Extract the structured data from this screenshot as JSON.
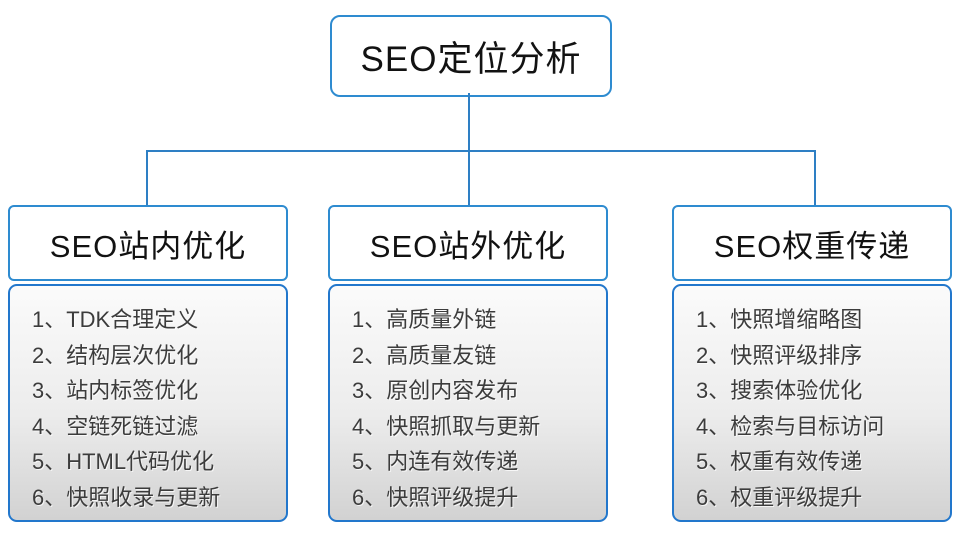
{
  "colors": {
    "box_border": "#2e8bd0",
    "body_border": "#2277cc",
    "connector": "#2e7fc4",
    "body_gradient_top": "#fbfbfb",
    "body_gradient_bottom": "#d2d2d2",
    "title_text": "#121212",
    "item_text": "#3c3c3c"
  },
  "root": {
    "title": "SEO定位分析"
  },
  "columns": [
    {
      "title": "SEO站内优化",
      "items": [
        "1、TDK合理定义",
        "2、结构层次优化",
        "3、站内标签优化",
        "4、空链死链过滤",
        "5、HTML代码优化",
        "6、快照收录与更新"
      ]
    },
    {
      "title": "SEO站外优化",
      "items": [
        "1、高质量外链",
        "2、高质量友链",
        "3、原创内容发布",
        "4、快照抓取与更新",
        "5、内连有效传递",
        "6、快照评级提升"
      ]
    },
    {
      "title": "SEO权重传递",
      "items": [
        "1、快照增缩略图",
        "2、快照评级排序",
        "3、搜索体验优化",
        "4、检索与目标访问",
        "5、权重有效传递",
        "6、权重评级提升"
      ]
    }
  ]
}
